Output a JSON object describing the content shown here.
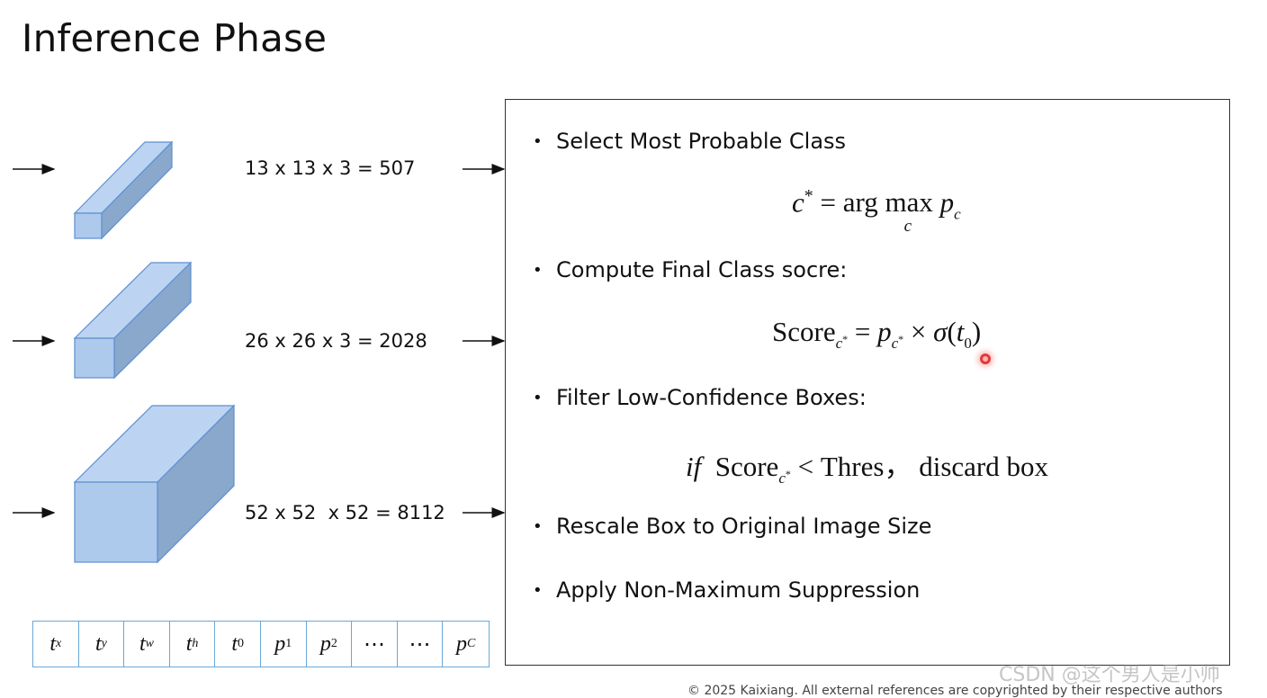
{
  "title": "Inference Phase",
  "scales": [
    {
      "dims": "13 x 13 x 3 = 507"
    },
    {
      "dims": "26 x 26 x 3 = 2028"
    },
    {
      "dims": "52 x 52  x 52 = 8112"
    }
  ],
  "bullets": [
    "Select Most Probable Class",
    "Compute Final Class socre:",
    "Filter Low-Confidence Boxes:",
    "Rescale Box to Original Image Size",
    "Apply Non-Maximum Suppression"
  ],
  "formulas": {
    "f1_argmax": "arg  max",
    "f1_sub": "c",
    "f2_score": "Score",
    "f3_if": "if",
    "f3_score": "Score",
    "f3_thres": "Thres，",
    "f3_discard": "discard box"
  },
  "vector_cells": [
    {
      "base": "t",
      "sub": "x"
    },
    {
      "base": "t",
      "sub": "y"
    },
    {
      "base": "t",
      "sub": "w"
    },
    {
      "base": "t",
      "sub": "h"
    },
    {
      "base": "t",
      "sub": "0"
    },
    {
      "base": "p",
      "sub": "1"
    },
    {
      "base": "p",
      "sub": "2"
    },
    {
      "base": "⋯",
      "sub": ""
    },
    {
      "base": "⋯",
      "sub": ""
    },
    {
      "base": "p",
      "sub": "C"
    }
  ],
  "watermark": "CSDN @这个男人是小帅",
  "footer": "© 2025 Kaixiang. All external references are copyrighted by their respective authors",
  "colors": {
    "box_front": "#adc9ec",
    "box_top": "#bcd4f1",
    "box_side": "#8aa8cc",
    "box_stroke": "#5d8fd0",
    "vector_border": "#6aa8d8"
  }
}
